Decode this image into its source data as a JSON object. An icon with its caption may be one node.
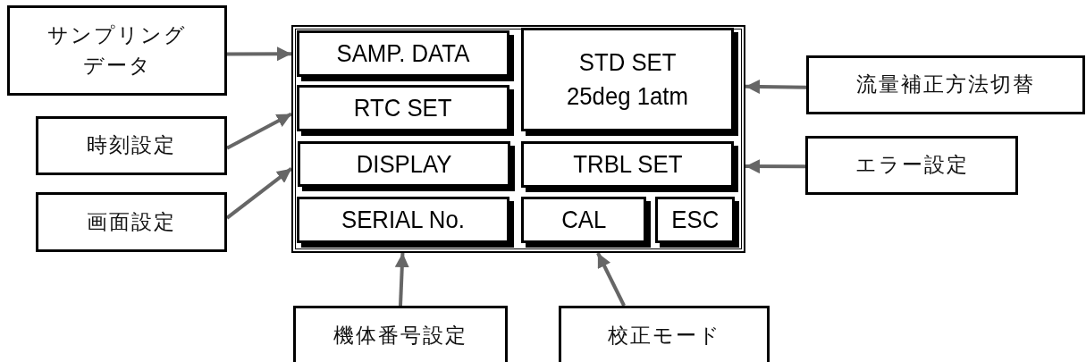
{
  "diagram": {
    "nodes": [
      {
        "text": [],
        "shape": "box"
      },
      {
        "text": [
          "SAMP. DATA"
        ],
        "in": 0
      },
      {
        "text": [
          "STD SET",
          "25deg 1atm"
        ],
        "in": 0
      },
      {
        "text": [
          "RTC SET"
        ],
        "in": 0
      },
      {
        "text": [
          "DISPLAY"
        ],
        "in": 0
      },
      {
        "text": [
          "TRBL SET"
        ],
        "in": 0
      },
      {
        "text": [
          "SERIAL No."
        ],
        "in": 0
      },
      {
        "text": [
          "CAL"
        ],
        "in": 0
      },
      {
        "text": [
          "ESC"
        ],
        "in": 0
      },
      {
        "text": [
          "サンプリングデータ"
        ]
      },
      {
        "text": [
          "時刻設定"
        ]
      },
      {
        "text": [
          "画面設定"
        ]
      },
      {
        "text": [
          "流量補正方法切替"
        ]
      },
      {
        "text": [
          "エラー設定"
        ]
      },
      {
        "text": [
          "機体番号設定"
        ]
      },
      {
        "text": [
          "校正モード"
        ]
      }
    ],
    "edges": [
      {
        "from": 9,
        "to": 0,
        "arrow": "to"
      },
      {
        "from": 10,
        "to": 0,
        "arrow": "to"
      },
      {
        "from": 11,
        "to": 0,
        "arrow": "to"
      },
      {
        "from": 12,
        "to": 0,
        "arrow": "to"
      },
      {
        "from": 13,
        "to": 0,
        "arrow": "to"
      },
      {
        "from": 14,
        "to": 0,
        "arrow": "to"
      },
      {
        "from": 15,
        "to": 0,
        "arrow": "to"
      }
    ]
  }
}
